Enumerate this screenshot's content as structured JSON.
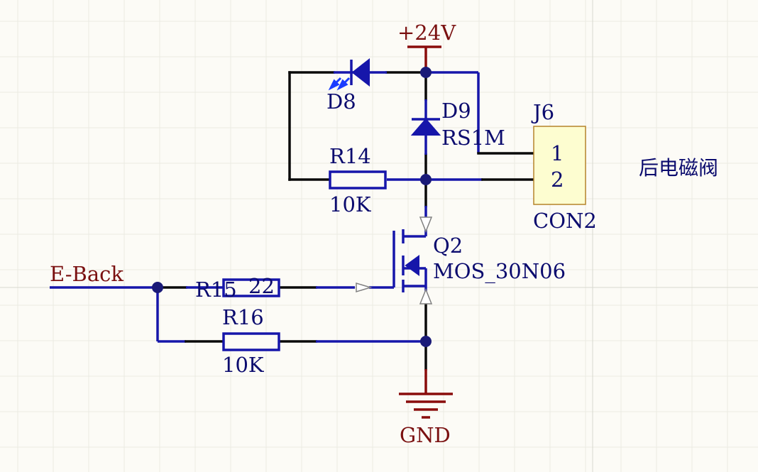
{
  "power": {
    "supply": "+24V",
    "ground": "GND"
  },
  "net_labels": {
    "input": "E-Back"
  },
  "components": {
    "d8": {
      "ref": "D8"
    },
    "d9": {
      "ref": "D9",
      "value": "RS1M"
    },
    "r14": {
      "ref": "R14",
      "value": "10K"
    },
    "r15": {
      "ref": "R15",
      "value": "22"
    },
    "r16": {
      "ref": "R16",
      "value": "10K"
    },
    "q2": {
      "ref": "Q2",
      "value": "MOS_30N06"
    },
    "j6": {
      "ref": "J6",
      "value": "CON2",
      "pins": [
        "1",
        "2"
      ]
    }
  },
  "annotation": "后电磁阀",
  "colors": {
    "background": "#fcfbf6",
    "wire": "#0a0a0a",
    "component": "#1616aa",
    "power_symbol": "#8a0c0c",
    "connector_fill": "#fdfdd0",
    "grid": "#ebebe3"
  }
}
